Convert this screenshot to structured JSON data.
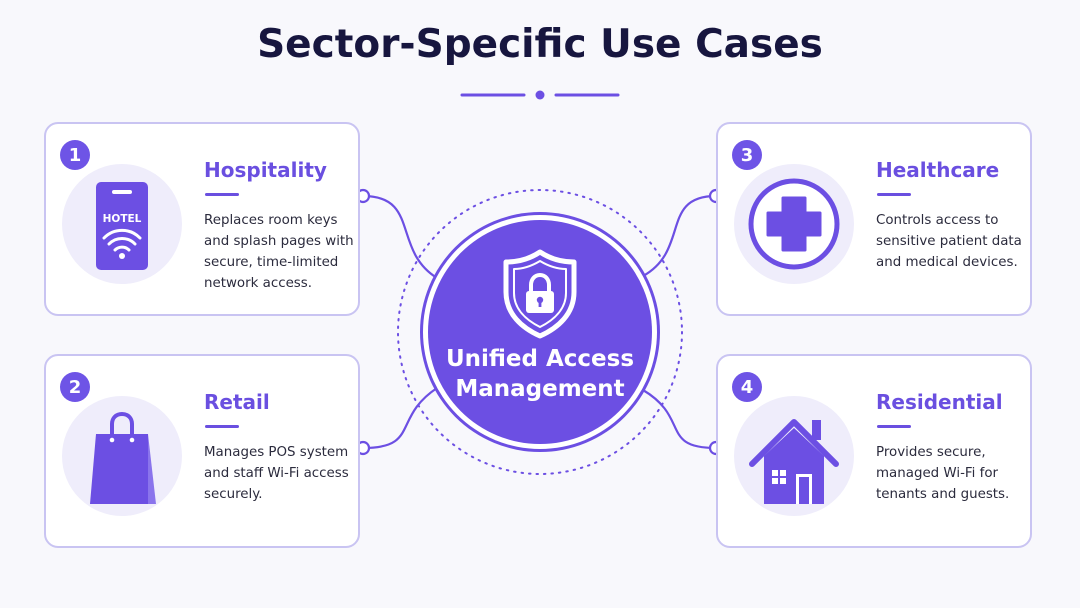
{
  "title": "Sector-Specific Use Cases",
  "hub": {
    "line1": "Unified Access",
    "line2": "Management"
  },
  "cards": [
    {
      "number": "1",
      "title": "Hospitality",
      "icon": "hotel-phone-wifi-icon",
      "icon_text": "HOTEL",
      "desc": [
        "Replaces room keys",
        "and splash pages with",
        "secure, time-limited",
        "network access."
      ]
    },
    {
      "number": "2",
      "title": "Retail",
      "icon": "shopping-bag-icon",
      "desc": [
        "Manages POS system",
        "and staff Wi-Fi access",
        "securely."
      ]
    },
    {
      "number": "3",
      "title": "Healthcare",
      "icon": "medical-cross-icon",
      "desc": [
        "Controls access to",
        "sensitive patient data",
        "and medical devices."
      ]
    },
    {
      "number": "4",
      "title": "Residential",
      "icon": "house-icon",
      "desc": [
        "Provides secure,",
        "managed Wi-Fi for",
        "tenants and guests."
      ]
    }
  ],
  "colors": {
    "accent": "#6c4fe3",
    "title": "#17163f",
    "card_border": "#c9c4f2",
    "icon_bg": "#efedfb"
  }
}
